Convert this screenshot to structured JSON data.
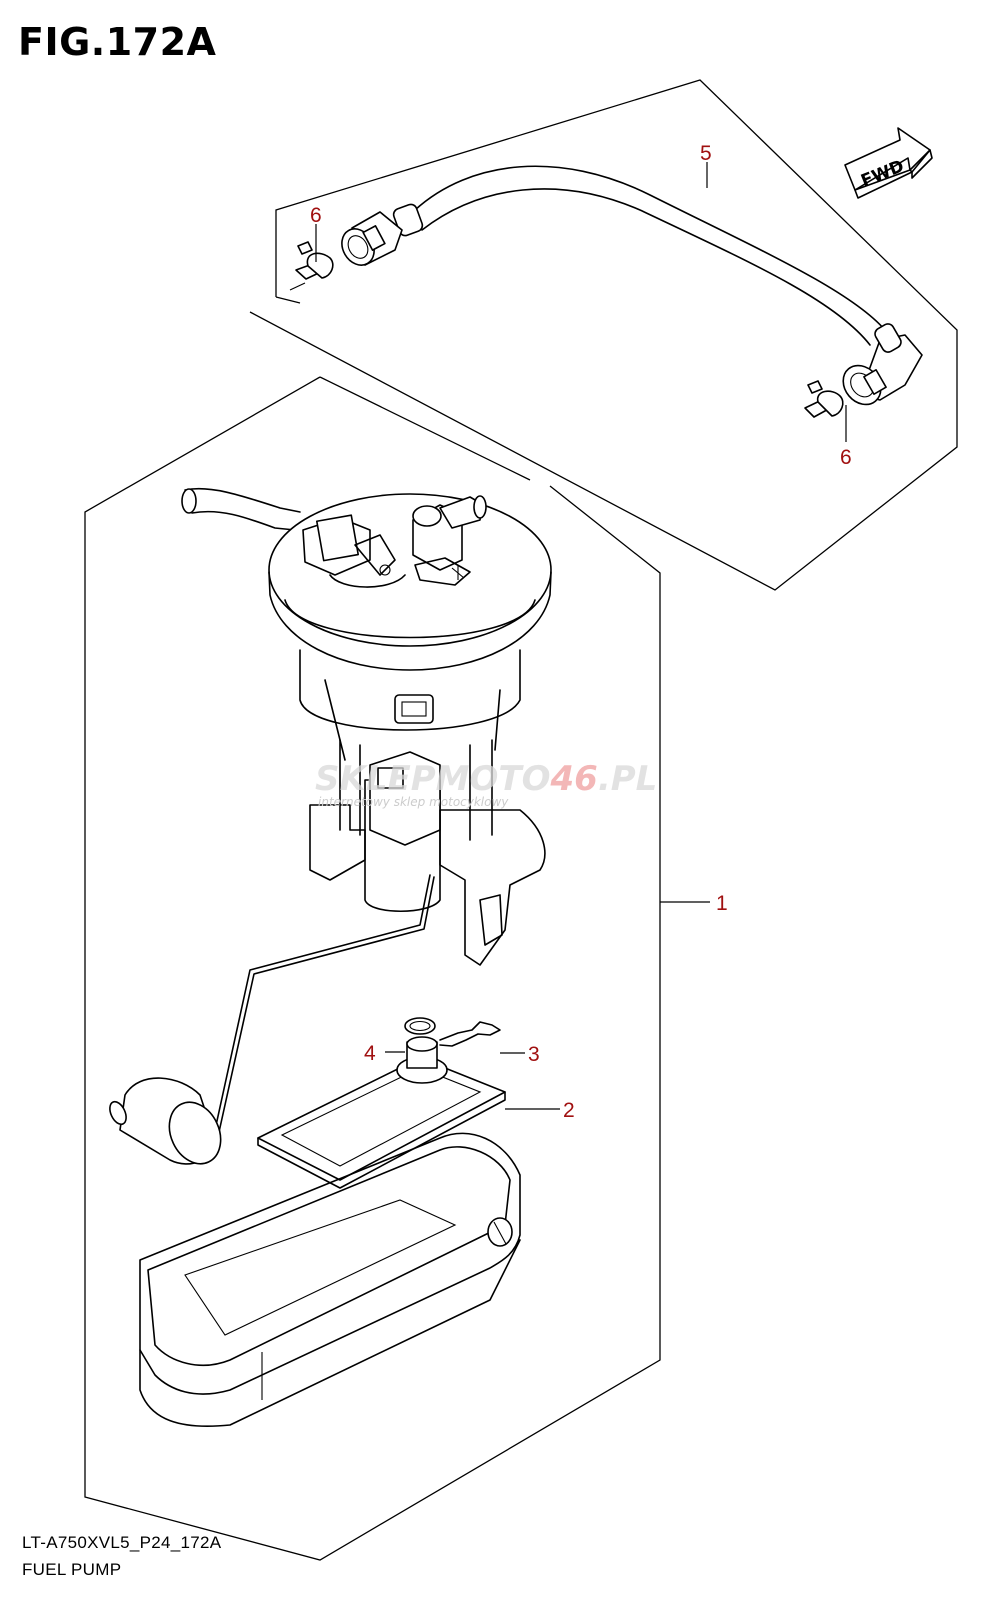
{
  "figure": {
    "title": "FIG.172A",
    "model_code": "LT-A750XVL5_P24_172A",
    "part_name": "FUEL PUMP"
  },
  "direction_marker": {
    "label": "FWD",
    "icon": "arrow-forward-icon"
  },
  "watermark": {
    "grey_text": "SKLEPMOTO",
    "red_text": "46",
    "suffix": ".PL",
    "tagline": "internetowy sklep motocyklowy"
  },
  "callouts": [
    {
      "id": "callout-5",
      "label": "5"
    },
    {
      "id": "callout-6-top",
      "label": "6"
    },
    {
      "id": "callout-6-bottom",
      "label": "6"
    },
    {
      "id": "callout-1",
      "label": "1"
    },
    {
      "id": "callout-4",
      "label": "4"
    },
    {
      "id": "callout-3",
      "label": "3"
    },
    {
      "id": "callout-2",
      "label": "2"
    }
  ],
  "colors": {
    "callout": "#a01010",
    "line": "#000000",
    "watermark_red": "#f0a0a0"
  }
}
